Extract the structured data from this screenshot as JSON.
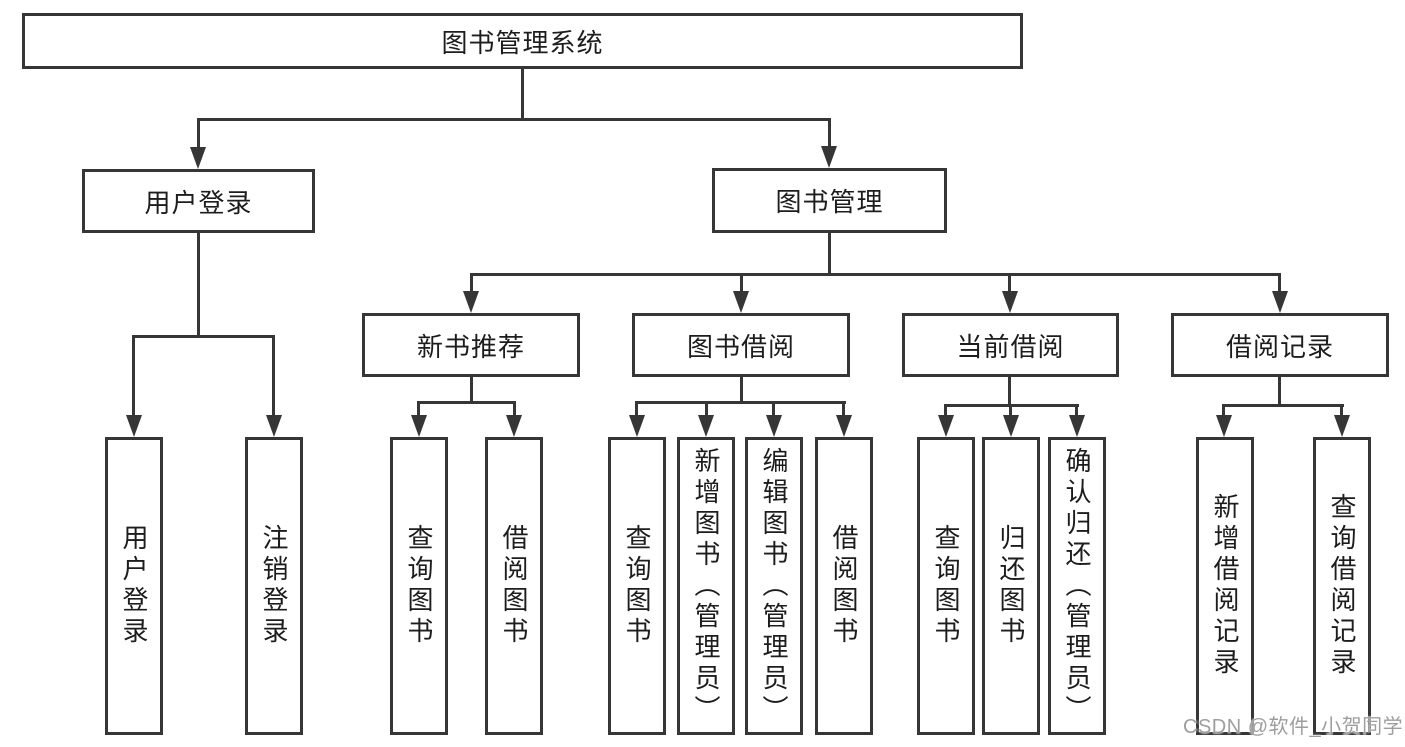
{
  "diagram": {
    "root": "图书管理系统",
    "user_login": {
      "label": "用户登录",
      "children": [
        "用户登录",
        "注销登录"
      ]
    },
    "book_mgmt": {
      "label": "图书管理",
      "sections": [
        {
          "label": "新书推荐",
          "children": [
            "查询图书",
            "借阅图书"
          ]
        },
        {
          "label": "图书借阅",
          "children": [
            "查询图书",
            "新增图书（管理员）",
            "编辑图书（管理员）",
            "借阅图书"
          ]
        },
        {
          "label": "当前借阅",
          "children": [
            "查询图书",
            "归还图书",
            "确认归还（管理员）"
          ]
        },
        {
          "label": "借阅记录",
          "children": [
            "新增借阅记录",
            "查询借阅记录"
          ]
        }
      ]
    }
  },
  "watermark": "CSDN @软件_小贺同学",
  "colors": {
    "line": "#363636",
    "box_border": "#363636",
    "box_fill": "#ffffff",
    "text": "#1d1d1d",
    "watermark": "#9e9e9e",
    "background": "#ffffff"
  }
}
